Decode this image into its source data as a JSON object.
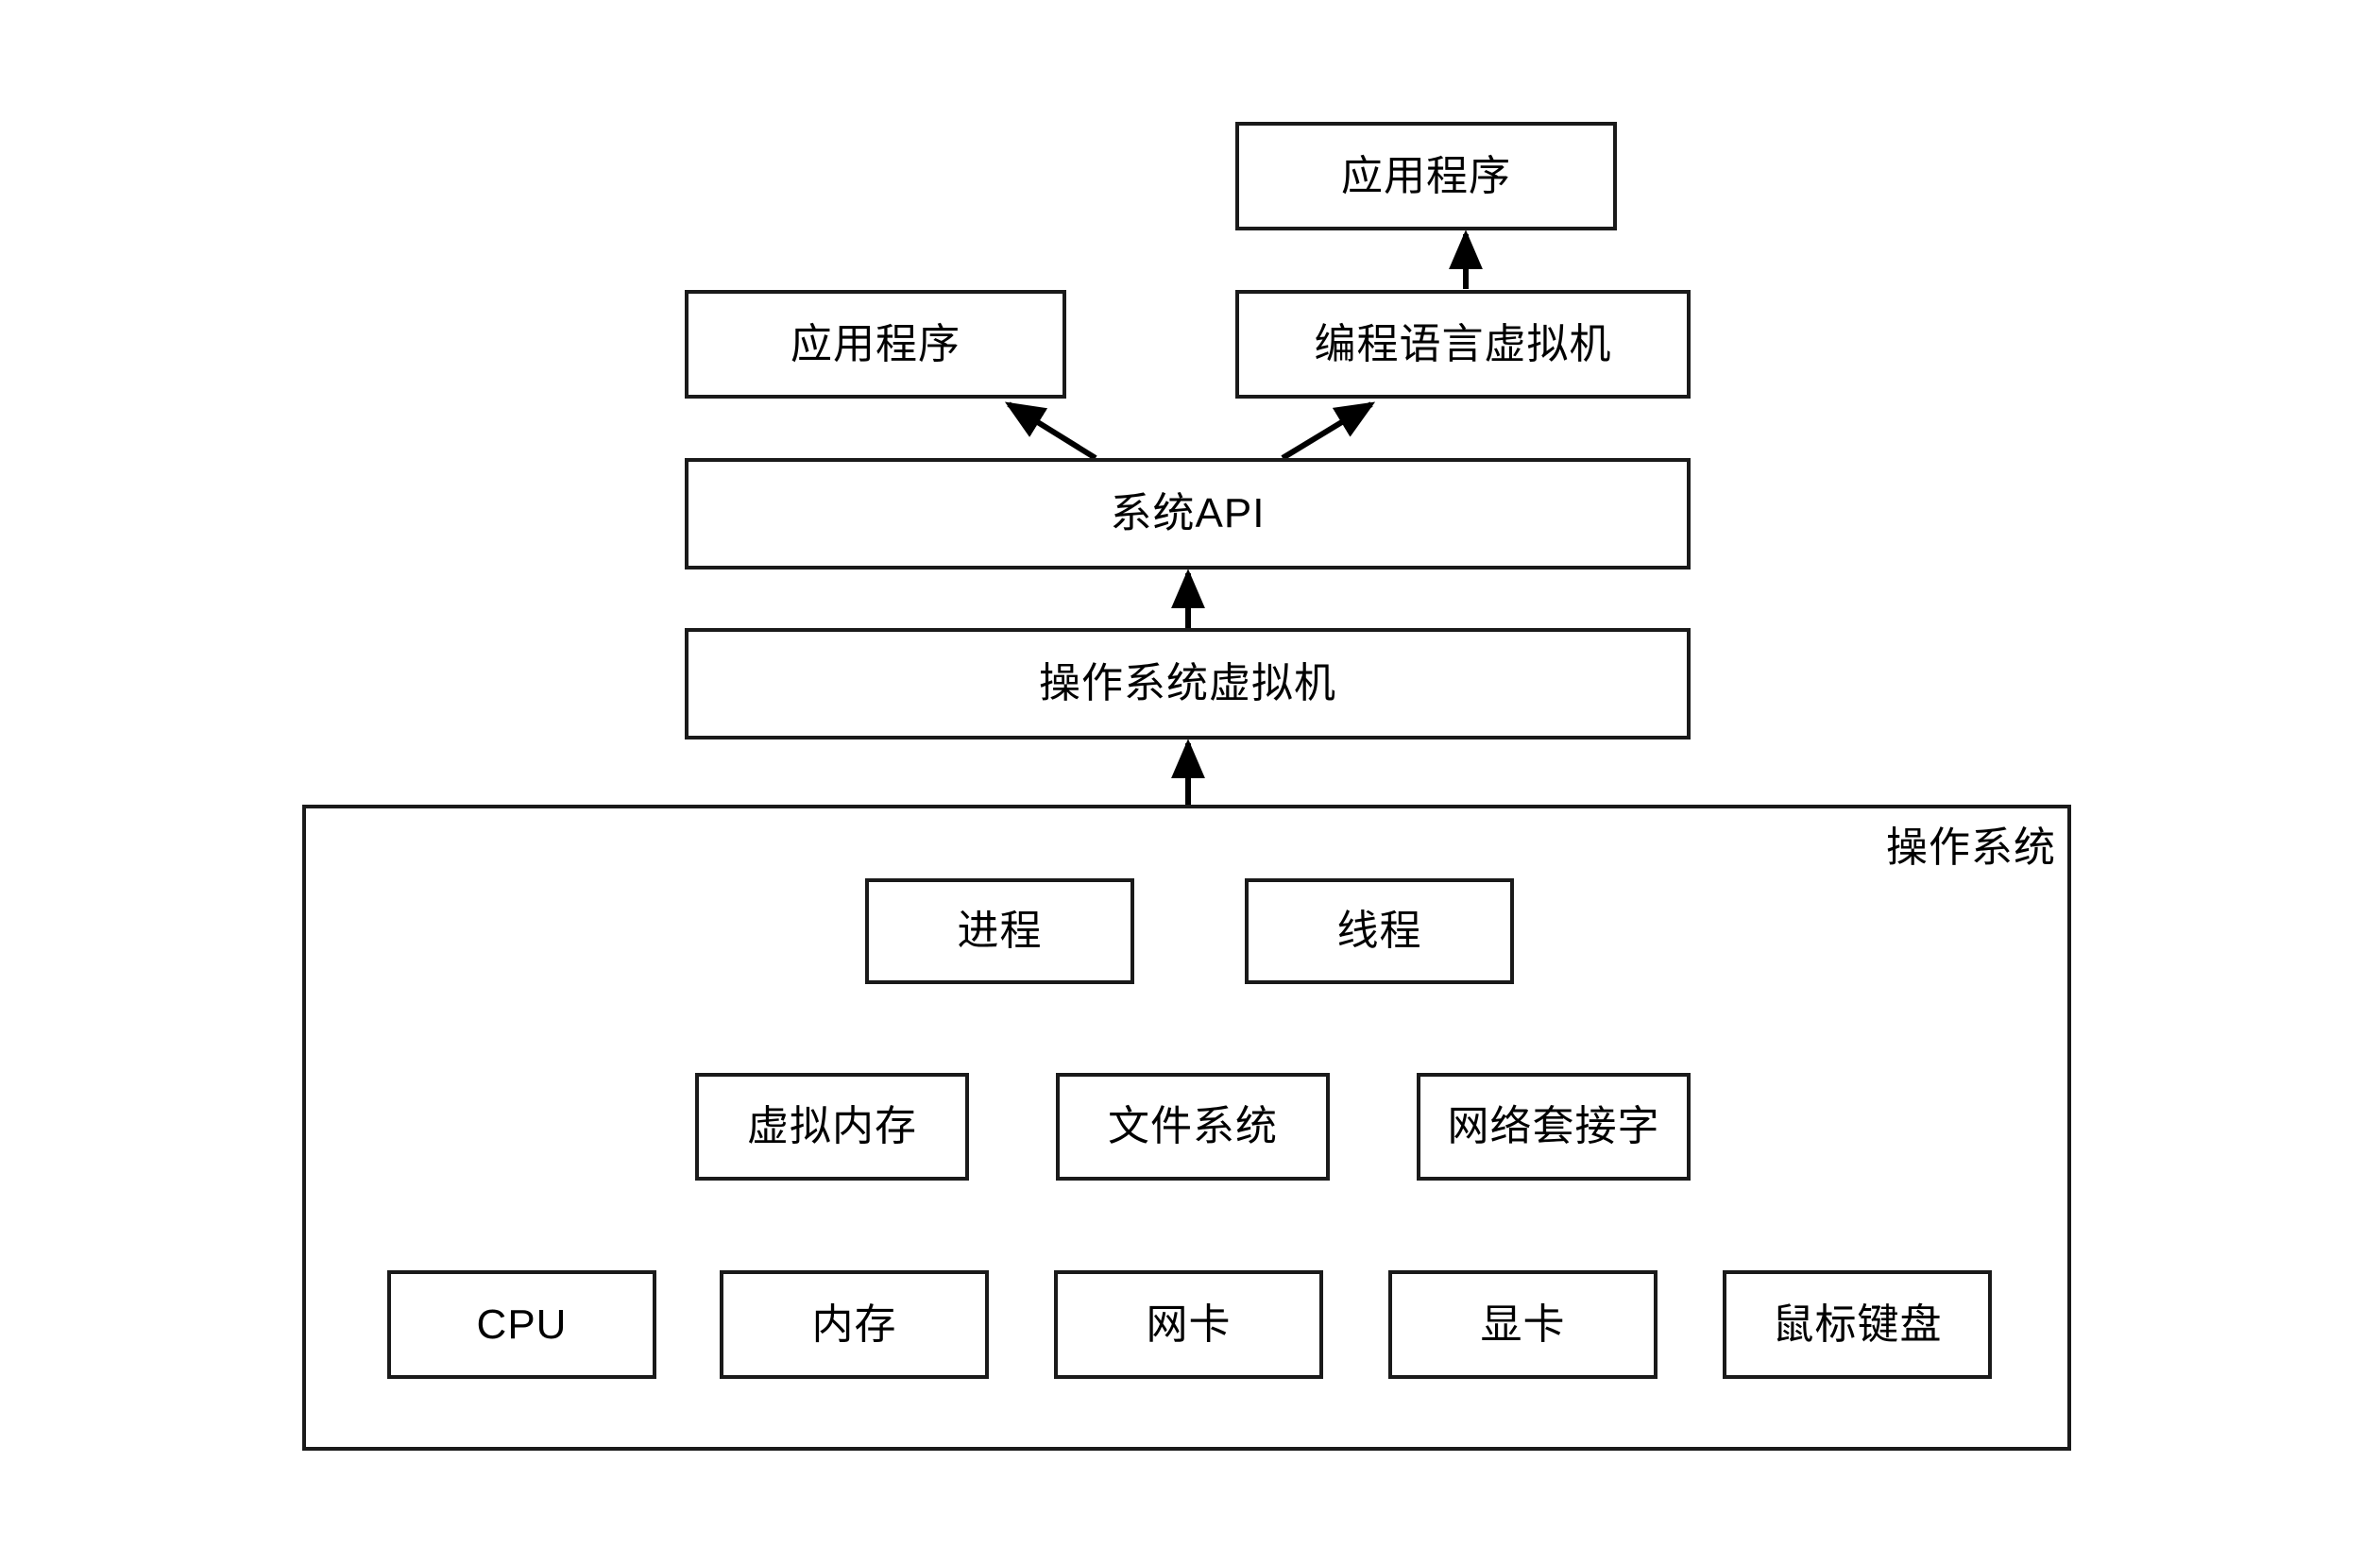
{
  "diagram": {
    "title_label": "操作系统",
    "colors": {
      "stroke": "#1a1a1a",
      "fill": "#ffffff",
      "text": "#000000"
    },
    "nodes": {
      "app_top": {
        "label": "应用程序"
      },
      "app_left": {
        "label": "应用程序"
      },
      "language_vm": {
        "label": "编程语言虚拟机"
      },
      "system_api": {
        "label": "系统API"
      },
      "os_vm": {
        "label": "操作系统虚拟机"
      },
      "process": {
        "label": "进程"
      },
      "thread": {
        "label": "线程"
      },
      "virtual_memory": {
        "label": "虚拟内存"
      },
      "file_system": {
        "label": "文件系统"
      },
      "network_socket": {
        "label": "网络套接字"
      },
      "cpu": {
        "label": "CPU"
      },
      "memory": {
        "label": "内存"
      },
      "nic": {
        "label": "网卡"
      },
      "gpu": {
        "label": "显卡"
      },
      "input_devices": {
        "label": "鼠标键盘"
      }
    },
    "edges": [
      {
        "from": "language_vm",
        "to": "app_top",
        "type": "arrow-up"
      },
      {
        "from": "system_api",
        "to": "app_left",
        "type": "arrow-up-left"
      },
      {
        "from": "system_api",
        "to": "language_vm",
        "type": "arrow-up-right"
      },
      {
        "from": "os_vm",
        "to": "system_api",
        "type": "arrow-up"
      },
      {
        "from": "operating_system",
        "to": "os_vm",
        "type": "arrow-up"
      }
    ]
  }
}
